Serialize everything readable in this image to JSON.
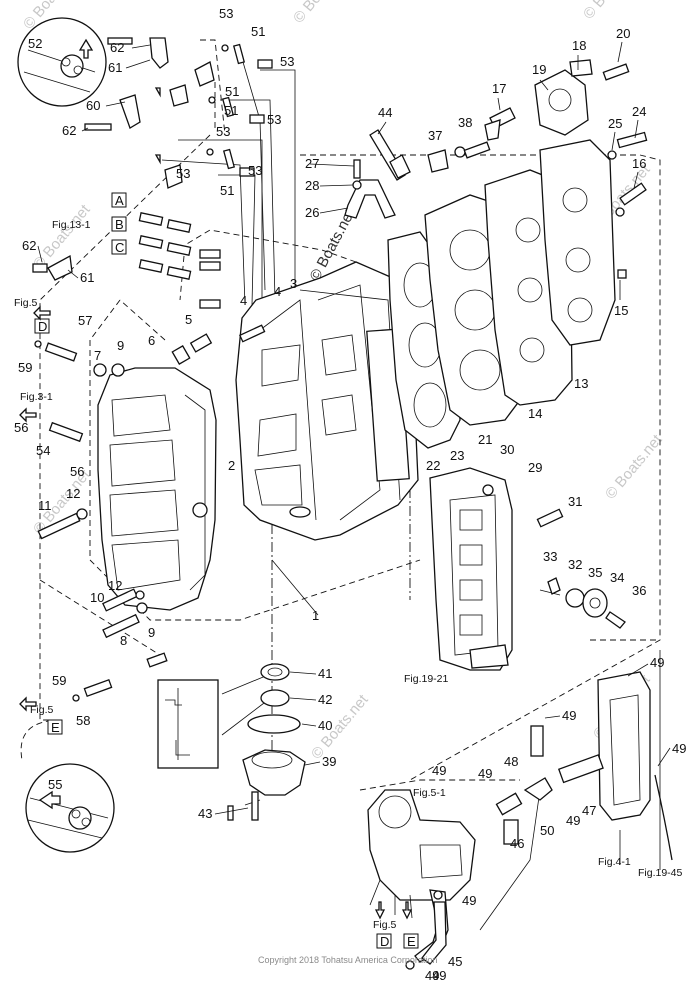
{
  "watermarks": [
    "© Boats.net",
    "© Boats.net",
    "© Boats.net",
    "© Boats.net",
    "© Boats.net",
    "© Boats.net",
    "© Boats.net",
    "© Boats.net",
    "© Boats.net"
  ],
  "copyright": "Copyright 2018 Tohatsu America Corporation",
  "references": [
    "Fig.13-1",
    "Fig.5",
    "Fig.3-1",
    "Fig.5",
    "Fig.19-21",
    "Fig.5-1",
    "Fig.5",
    "Fig.4-1",
    "Fig.19-45"
  ],
  "box_letters": [
    "A",
    "B",
    "C",
    "D",
    "E",
    "D",
    "E"
  ],
  "part_numbers": [
    "53",
    "51",
    "53",
    "52",
    "62",
    "61",
    "60",
    "62",
    "51",
    "53",
    "53",
    "51",
    "53",
    "53",
    "51",
    "18",
    "20",
    "19",
    "17",
    "44",
    "38",
    "37",
    "24",
    "25",
    "16",
    "27",
    "28",
    "26",
    "62",
    "61",
    "4",
    "4",
    "3",
    "5",
    "6",
    "7",
    "9",
    "2",
    "1",
    "11",
    "12",
    "12",
    "10",
    "9",
    "8",
    "56",
    "54",
    "56",
    "57",
    "59",
    "59",
    "58",
    "15",
    "13",
    "14",
    "21",
    "22",
    "23",
    "30",
    "29",
    "31",
    "33",
    "32",
    "35",
    "34",
    "36",
    "41",
    "42",
    "40",
    "39",
    "43",
    "49",
    "49",
    "49",
    "48",
    "49",
    "49",
    "47",
    "50",
    "49",
    "46",
    "49",
    "49",
    "45",
    "49",
    "55"
  ]
}
